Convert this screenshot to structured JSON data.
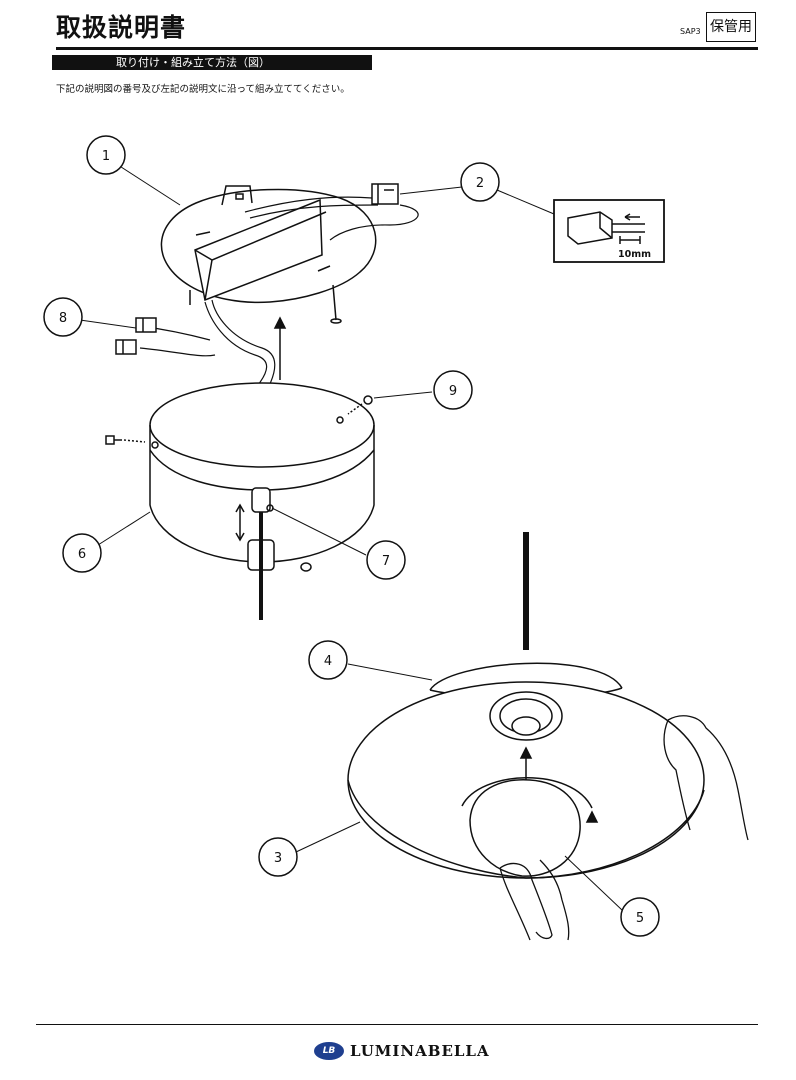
{
  "header": {
    "title": "取扱説明書",
    "code": "SAP3",
    "keep_label": "保管用"
  },
  "section_title": "取り付け・組み立て方法（図）",
  "instruction": "下記の説明図の番号及び左記の説明文に沿って組み立ててください。",
  "callouts": [
    "1",
    "2",
    "3",
    "4",
    "5",
    "6",
    "7",
    "8",
    "9"
  ],
  "inset": {
    "dimension": "10mm"
  },
  "footer": {
    "logo_mark": "LB",
    "brand": "LUMINABELLA"
  }
}
